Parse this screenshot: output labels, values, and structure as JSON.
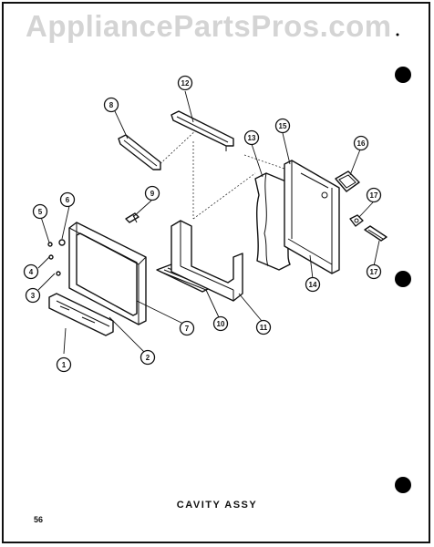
{
  "watermark": "AppliancePartsPros.com",
  "caption": "CAVITY ASSY",
  "page_number": "56",
  "callouts": [
    "1",
    "2",
    "3",
    "4",
    "5",
    "6",
    "7",
    "8",
    "9",
    "10",
    "11",
    "12",
    "13",
    "14",
    "15",
    "16",
    "17"
  ]
}
